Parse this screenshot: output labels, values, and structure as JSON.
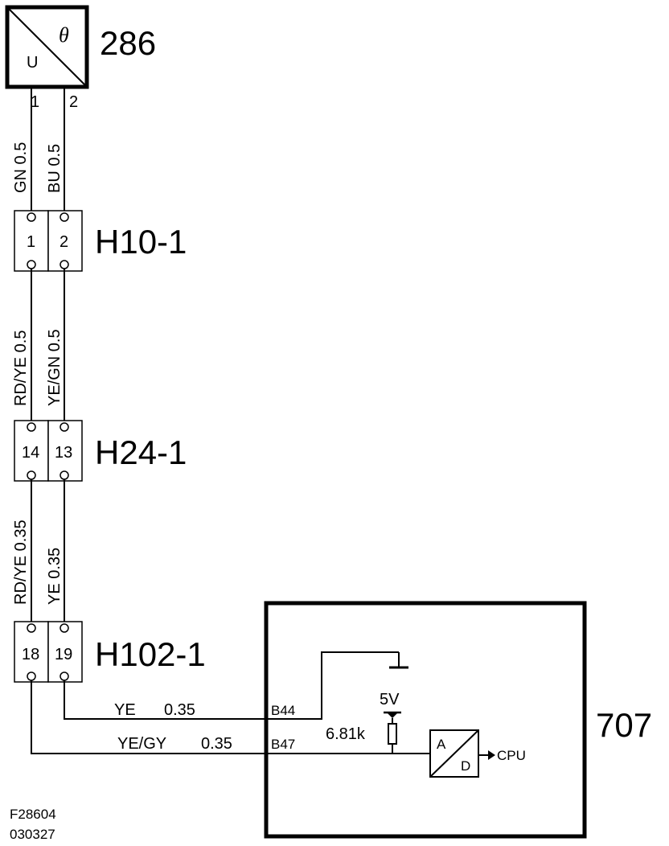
{
  "sensor": {
    "id": "286",
    "symbol_left": "U",
    "symbol_right": "θ",
    "pin1": "1",
    "pin2": "2"
  },
  "wires_sensor_to_h10": {
    "left": "GN  0.5",
    "right": "BU  0.5"
  },
  "h10": {
    "label": "H10-1",
    "pin_left": "1",
    "pin_right": "2"
  },
  "wires_h10_to_h24": {
    "left": "RD/YE  0.5",
    "right": "YE/GN  0.5"
  },
  "h24": {
    "label": "H24-1",
    "pin_left": "14",
    "pin_right": "13"
  },
  "wires_h24_to_h102": {
    "left": "RD/YE 0.35",
    "right": "YE  0.35"
  },
  "h102": {
    "label": "H102-1",
    "pin_left": "18",
    "pin_right": "19"
  },
  "wires_to_module": {
    "upper_color": "YE",
    "upper_size": "0.35",
    "lower_color": "YE/GY",
    "lower_size": "0.35"
  },
  "module": {
    "id": "707",
    "pin_upper": "B44",
    "pin_lower": "B47",
    "supply": "5V",
    "resistor": "6.81k",
    "adc_top": "A",
    "adc_bottom": "D",
    "cpu": "CPU"
  },
  "footer": {
    "figure": "F28604",
    "date": "030327"
  }
}
